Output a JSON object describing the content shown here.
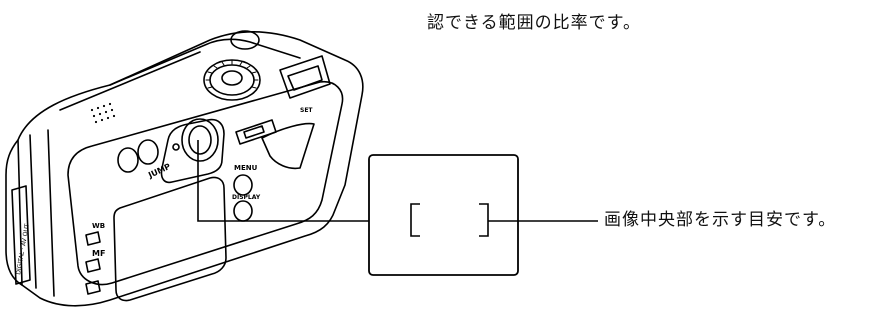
{
  "caption_top": "認できる範囲の比率です。",
  "caption_callout": "画像中央部を示す目安です。",
  "camera_labels": {
    "menu": "MENU",
    "display": "DISPLAY",
    "jump": "JUMP",
    "wb": "WB",
    "mf": "MF",
    "set": "SET",
    "digital": "DIGITAL · AV OUT"
  }
}
